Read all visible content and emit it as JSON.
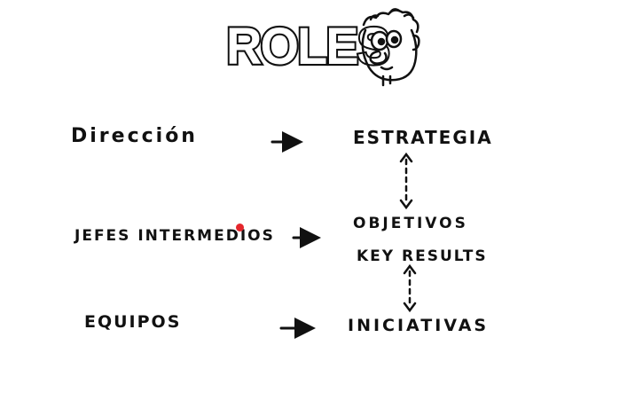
{
  "title": "ROLES",
  "roles": {
    "direccion": "Dirección",
    "jefes": "JEFES INTERMEDIOS",
    "equipos": "EQUIPOS"
  },
  "concepts": {
    "estrategia": "ESTRATEGIA",
    "objetivos": "OBJETIVOS",
    "key_results": "KEY RESULTS",
    "iniciativas": "INICIATIVAS"
  },
  "icons": {
    "mascot": "cartoon-face-icon",
    "pointer": "red-cursor-dot"
  },
  "colors": {
    "ink": "#111111",
    "background": "#ffffff",
    "pointer": "#e5262c"
  }
}
